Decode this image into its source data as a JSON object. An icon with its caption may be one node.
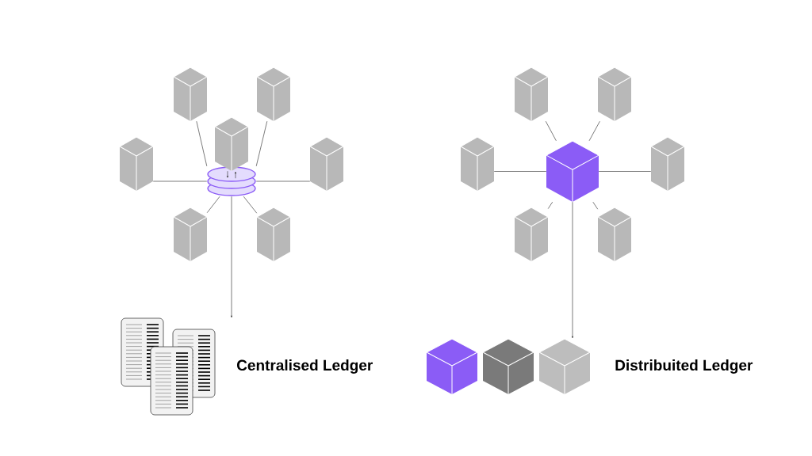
{
  "diagram": {
    "nodes": [
      {
        "text": [],
        "shape": "server"
      },
      {
        "text": [],
        "shape": "server"
      },
      {
        "text": [],
        "shape": "server"
      },
      {
        "text": [],
        "shape": "server"
      },
      {
        "text": [],
        "shape": "cylinder"
      },
      {
        "text": [],
        "shape": "server"
      },
      {
        "text": [],
        "shape": "server"
      },
      {
        "text": [],
        "shape": "server"
      },
      {
        "text": [],
        "shape": "server"
      },
      {
        "text": [],
        "shape": "server"
      },
      {
        "text": [],
        "shape": "server"
      },
      {
        "text": [],
        "shape": "cube"
      },
      {
        "text": [],
        "shape": "server"
      },
      {
        "text": [],
        "shape": "server"
      },
      {
        "text": [],
        "shape": "server"
      },
      {
        "text": [],
        "shape": "picture",
        "beside": [
          "Centralised Ledger"
        ]
      },
      {
        "text": [],
        "shape": "picture",
        "beside": [
          "Distribuited Ledger"
        ]
      }
    ],
    "edges": [
      {
        "from": 0,
        "to": 4,
        "arrow": "none"
      },
      {
        "from": 1,
        "to": 4,
        "arrow": "none"
      },
      {
        "from": 2,
        "to": 4,
        "arrow": "to"
      },
      {
        "from": 4,
        "to": 2,
        "arrow": "to"
      },
      {
        "from": 3,
        "to": 4,
        "arrow": "none"
      },
      {
        "from": 5,
        "to": 4,
        "arrow": "none"
      },
      {
        "from": 6,
        "to": 4,
        "arrow": "none"
      },
      {
        "from": 7,
        "to": 4,
        "arrow": "none"
      },
      {
        "from": 4,
        "to": 15,
        "arrow": "to"
      },
      {
        "from": 8,
        "to": 11,
        "arrow": "none"
      },
      {
        "from": 9,
        "to": 11,
        "arrow": "none"
      },
      {
        "from": 10,
        "to": 11,
        "arrow": "none"
      },
      {
        "from": 12,
        "to": 11,
        "arrow": "none"
      },
      {
        "from": 13,
        "to": 11,
        "arrow": "none"
      },
      {
        "from": 14,
        "to": 11,
        "arrow": "none"
      },
      {
        "from": 11,
        "to": 16,
        "arrow": "to"
      }
    ]
  }
}
